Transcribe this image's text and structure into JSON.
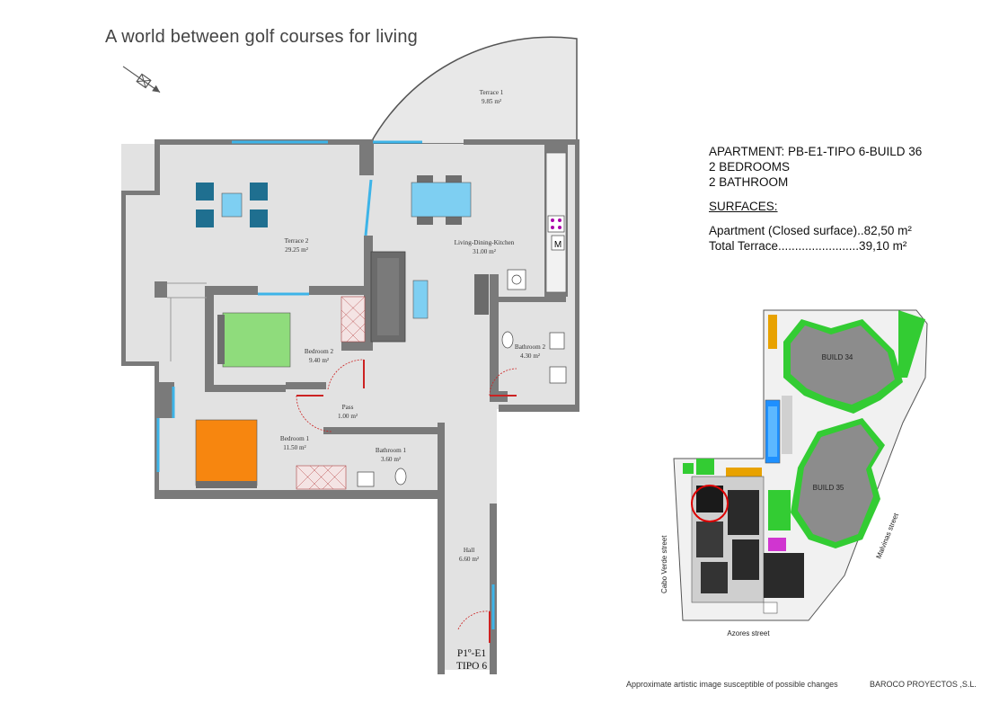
{
  "tagline": "A world  between golf courses for living",
  "apartment": {
    "title": "APARTMENT: PB-E1-TIPO 6-BUILD 36",
    "bedrooms": "2 BEDROOMS",
    "bathrooms": "2 BATHROOM",
    "surfaces_heading": "SURFACES:",
    "closed_surface": "Apartment (Closed surface)..82,50 m²",
    "terrace_total": "Total Terrace........................39,10 m²"
  },
  "rooms": [
    {
      "name": "Terrace 1",
      "area": "9.85 m²"
    },
    {
      "name": "Terrace 2",
      "area": "29.25 m²"
    },
    {
      "name": "Living-Dining-Kitchen",
      "area": "31.00 m²"
    },
    {
      "name": "Bedroom 2",
      "area": "9.40 m²"
    },
    {
      "name": "Bathroom 2",
      "area": "4.30 m²"
    },
    {
      "name": "Pass",
      "area": "1.00 m²"
    },
    {
      "name": "Bedroom 1",
      "area": "11.50 m²"
    },
    {
      "name": "Bathroom 1",
      "area": "3.60 m²"
    },
    {
      "name": "Hall",
      "area": "6.60 m²"
    }
  ],
  "unit_code": {
    "line1": "P1º-E1",
    "line2": "TIPO 6"
  },
  "site_map": {
    "build_34": "BUILD 34",
    "build_35": "BUILD 35",
    "west_street": "Cabo Verde street",
    "south_street": "Azores street",
    "east_street": "Malvinas street"
  },
  "footer": {
    "disclaimer": "Approximate artistic image susceptible of possible changes",
    "company": "BAROCO PROYECTOS ,S.L."
  },
  "colors": {
    "wall": "#7a7a7a",
    "floor": "#e5e5e5",
    "window": "#3db4e8",
    "bed_2": "#8fdc7c",
    "bed_1": "#f7860f",
    "furniture_blue": "#7ecff2",
    "chair_teal": "#1f6f90",
    "green_area": "#33cc33",
    "pool": "#1e90ff"
  }
}
